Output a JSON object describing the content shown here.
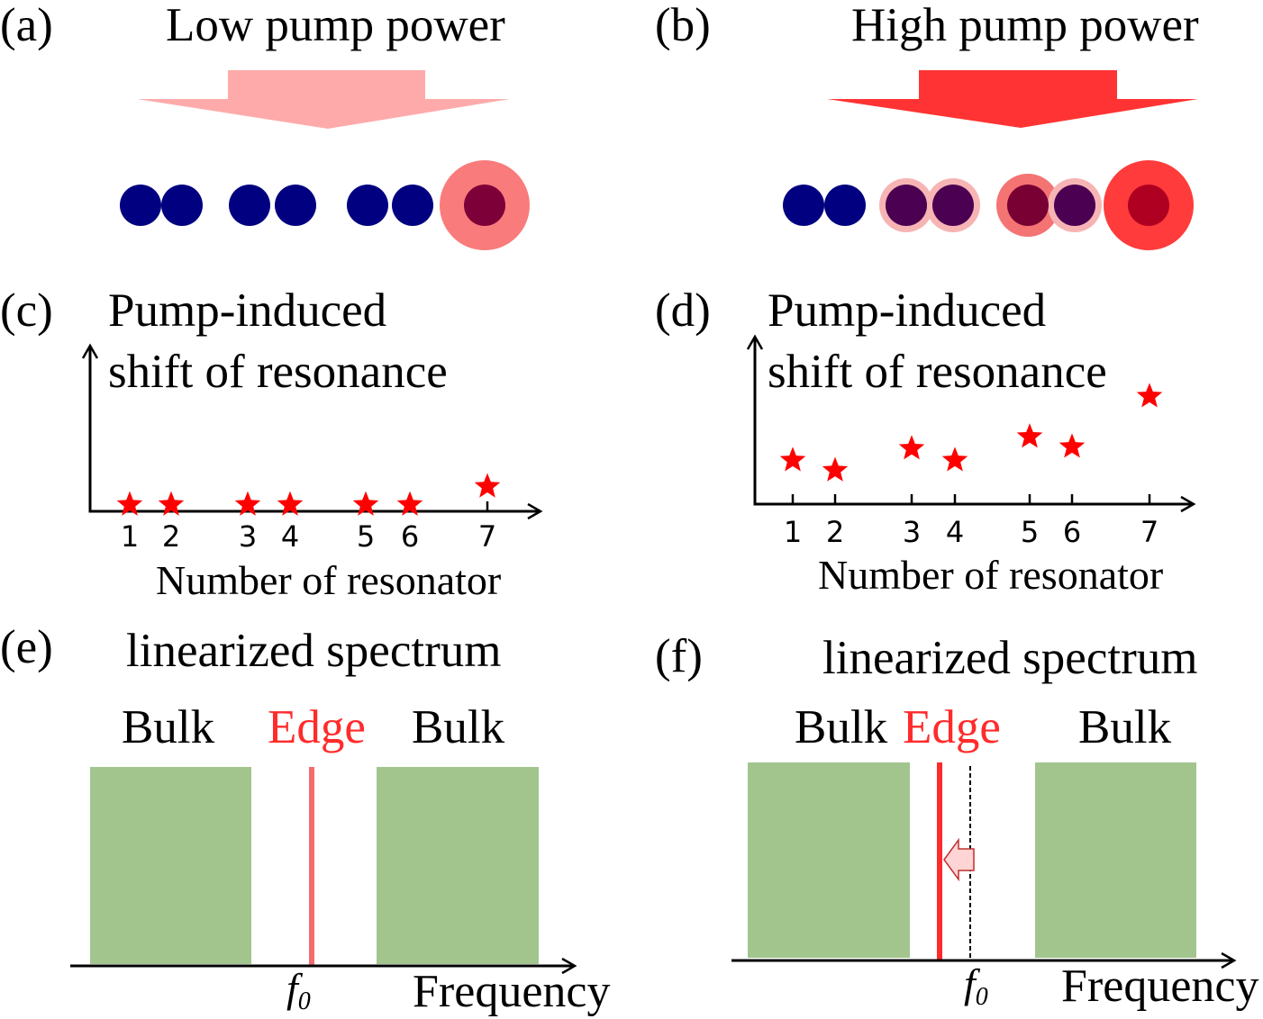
{
  "panel_a": {
    "label": "(a)",
    "title": "Low pump power",
    "arrow_color": "#FFAAAA",
    "resonators": [
      {
        "amplitude": 0,
        "core_color": "#000080"
      },
      {
        "amplitude": 0,
        "core_color": "#000080"
      },
      {
        "amplitude": 0,
        "core_color": "#000080"
      },
      {
        "amplitude": 0,
        "core_color": "#000080"
      },
      {
        "amplitude": 0,
        "core_color": "#000080"
      },
      {
        "amplitude": 0,
        "core_color": "#000080"
      },
      {
        "amplitude": 1.0,
        "halo_color": "#F97B7B",
        "core_color": "#7E0038"
      }
    ]
  },
  "panel_b": {
    "label": "(b)",
    "title": "High pump power",
    "arrow_color": "#FF3333",
    "resonators": [
      {
        "amplitude": 0,
        "core_color": "#000080"
      },
      {
        "amplitude": 0,
        "core_color": "#000080"
      },
      {
        "amplitude": 0.6,
        "halo_color": "#F7B4B4",
        "core_color": "#4B0052"
      },
      {
        "amplitude": 0.6,
        "halo_color": "#F7B4B4",
        "core_color": "#4B0052"
      },
      {
        "amplitude": 0.7,
        "halo_color": "#F47373",
        "core_color": "#780032"
      },
      {
        "amplitude": 0.6,
        "halo_color": "#F7B4B4",
        "core_color": "#4B0052"
      },
      {
        "amplitude": 1.0,
        "halo_color": "#FF3B3B",
        "core_color": "#B00022"
      }
    ]
  },
  "chart_data": [
    {
      "panel_label": "(c)",
      "type": "scatter",
      "ylabel": [
        "Pump-induced",
        "shift of resonance"
      ],
      "xlabel": "Number of resonator",
      "categories": [
        "1",
        "2",
        "3",
        "4",
        "5",
        "6",
        "7"
      ],
      "values": [
        0.04,
        0.04,
        0.04,
        0.04,
        0.04,
        0.04,
        0.15
      ],
      "ylim": [
        0,
        1
      ],
      "grid": false,
      "color": "#FF0000"
    },
    {
      "panel_label": "(d)",
      "type": "scatter",
      "ylabel": [
        "Pump-induced",
        "shift of resonance"
      ],
      "xlabel": "Number of resonator",
      "categories": [
        "1",
        "2",
        "3",
        "4",
        "5",
        "6",
        "7"
      ],
      "values": [
        0.26,
        0.2,
        0.33,
        0.26,
        0.4,
        0.34,
        0.64
      ],
      "ylim": [
        0,
        1
      ],
      "grid": false,
      "color": "#FF0000"
    }
  ],
  "panel_e": {
    "label": "(e)",
    "title": "linearized spectrum",
    "band_left_label": "Bulk",
    "edge_label": "Edge",
    "band_right_label": "Bulk",
    "f0_symbol": "f",
    "f0_subscript": "0",
    "xlabel": "Frequency",
    "band_color": "#A2C58E",
    "edge_color": "#F26E6E",
    "edge_label_color": "#FF2B2B"
  },
  "panel_f": {
    "label": "(f)",
    "title": "linearized spectrum",
    "band_left_label": "Bulk",
    "edge_label": "Edge",
    "band_right_label": "Bulk",
    "f0_symbol": "f",
    "f0_subscript": "0",
    "xlabel": "Frequency",
    "band_color": "#A2C58E",
    "edge_color": "#FF2A2A",
    "edge_label_color": "#FF2B2B",
    "shift_arrow_color": "#FFD4D4"
  }
}
